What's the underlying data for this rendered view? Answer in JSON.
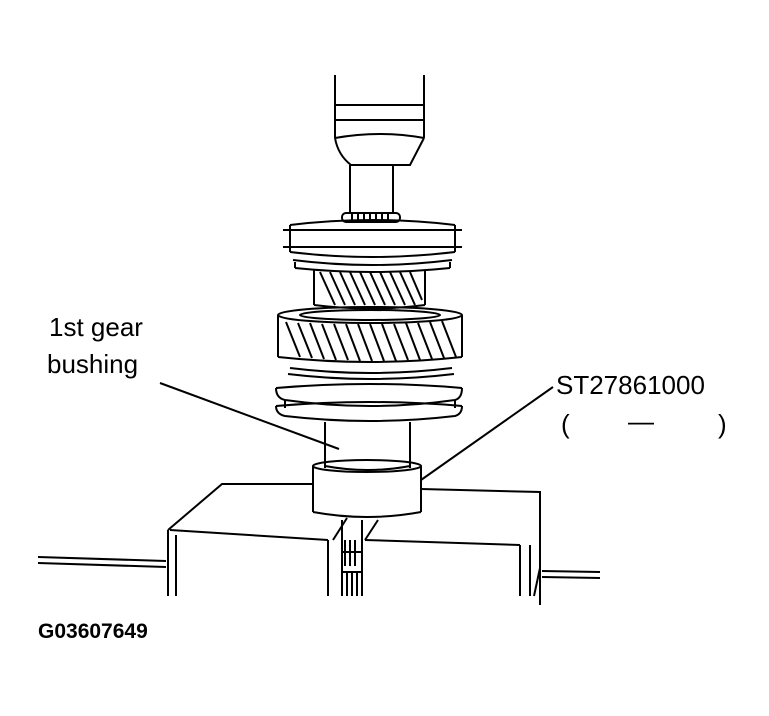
{
  "diagram": {
    "type": "technical-illustration",
    "subject": "Pressing 1st gear bushing onto mainshaft using special service tool",
    "labels": {
      "bushing_line1": "1st gear",
      "bushing_line2": "bushing",
      "tool_number": "ST27861000",
      "tool_paren_open": "(",
      "tool_dash": "—",
      "tool_paren_close": ")"
    },
    "figure_id": "G03607649",
    "colors": {
      "line": "#000000",
      "background": "#ffffff"
    }
  }
}
